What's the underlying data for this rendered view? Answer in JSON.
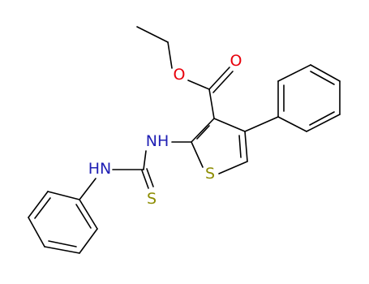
{
  "molecule": {
    "atoms": {
      "o_ether": {
        "label": "O",
        "color": "#e8000b"
      },
      "o_carbonyl": {
        "label": "O",
        "color": "#e8000b"
      },
      "n_amine": {
        "label": "NH",
        "color": "#1f1fb4"
      },
      "n_thiourea": {
        "label": "HN",
        "color": "#1f1fb4"
      },
      "s_ring": {
        "label": "S",
        "color": "#8c8c00"
      },
      "s_thione": {
        "label": "S",
        "color": "#8c8c00"
      }
    }
  }
}
